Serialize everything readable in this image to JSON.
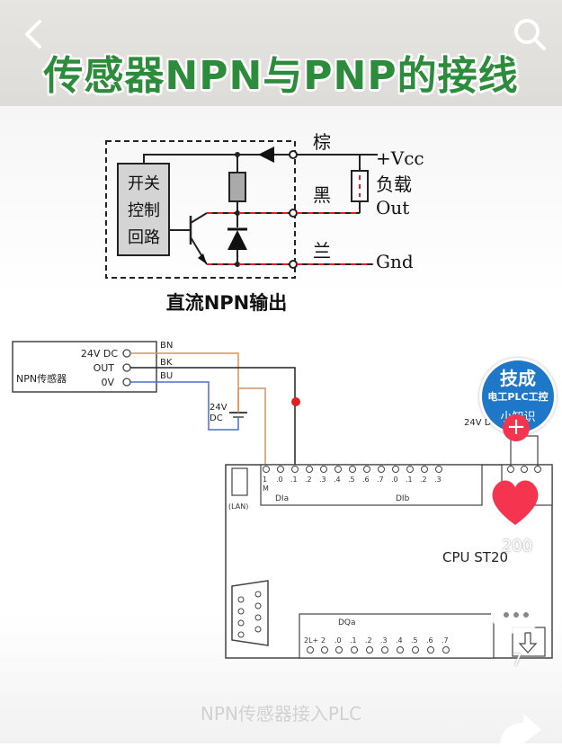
{
  "header": {
    "title": "传感器NPN与PNP的接线"
  },
  "diagram1": {
    "switch_label": [
      "开关",
      "控制",
      "回路"
    ],
    "wire_brown": "棕",
    "wire_black": "黑",
    "wire_blue": "兰",
    "vcc": "+Vcc",
    "load": "负载",
    "out": "Out",
    "gnd": "Gnd",
    "caption": "直流NPN输出"
  },
  "diagram2": {
    "sensor_name": "NPN传感器",
    "pin_24vdc": "24V DC",
    "pin_out": "OUT",
    "pin_0v": "0V",
    "wire_bn": "BN",
    "wire_bk": "BK",
    "wire_bu": "BU",
    "supply_24v": "24V",
    "supply_dc": "DC",
    "plc_m": "M",
    "plc_terminal_1": "1",
    "plc_inputs": [
      ".0",
      ".1",
      ".2",
      ".3",
      ".4",
      ".5",
      ".6",
      ".7",
      ".0",
      ".1",
      ".2",
      ".3"
    ],
    "dia": "DIa",
    "dib": "DIb",
    "lan": "(LAN)",
    "cpu": "CPU  ST20",
    "supply_right": "24V DC",
    "dqa": "DQa",
    "dq_terms": [
      "2L+",
      "2",
      ".0",
      ".1",
      ".2",
      ".3",
      ".4",
      ".5",
      ".6",
      ".7"
    ]
  },
  "faded_caption": "NPN传感器接入PLC",
  "overlay": {
    "logo_line1": "技成",
    "logo_line2": "电工PLC工控",
    "logo_line3": "小知识",
    "follow_label": "+",
    "like_count": "200",
    "comment_count": "7"
  },
  "colors": {
    "title_green": "#2d8c3c",
    "like_red": "#f5344f",
    "logo_blue": "#1f77c8",
    "wire_brown": "#d9925a",
    "wire_blue": "#4a6fc7",
    "wire_red": "#e02020"
  },
  "icons": [
    "back-arrow-icon",
    "search-icon",
    "heart-icon",
    "comment-icon",
    "share-icon"
  ]
}
